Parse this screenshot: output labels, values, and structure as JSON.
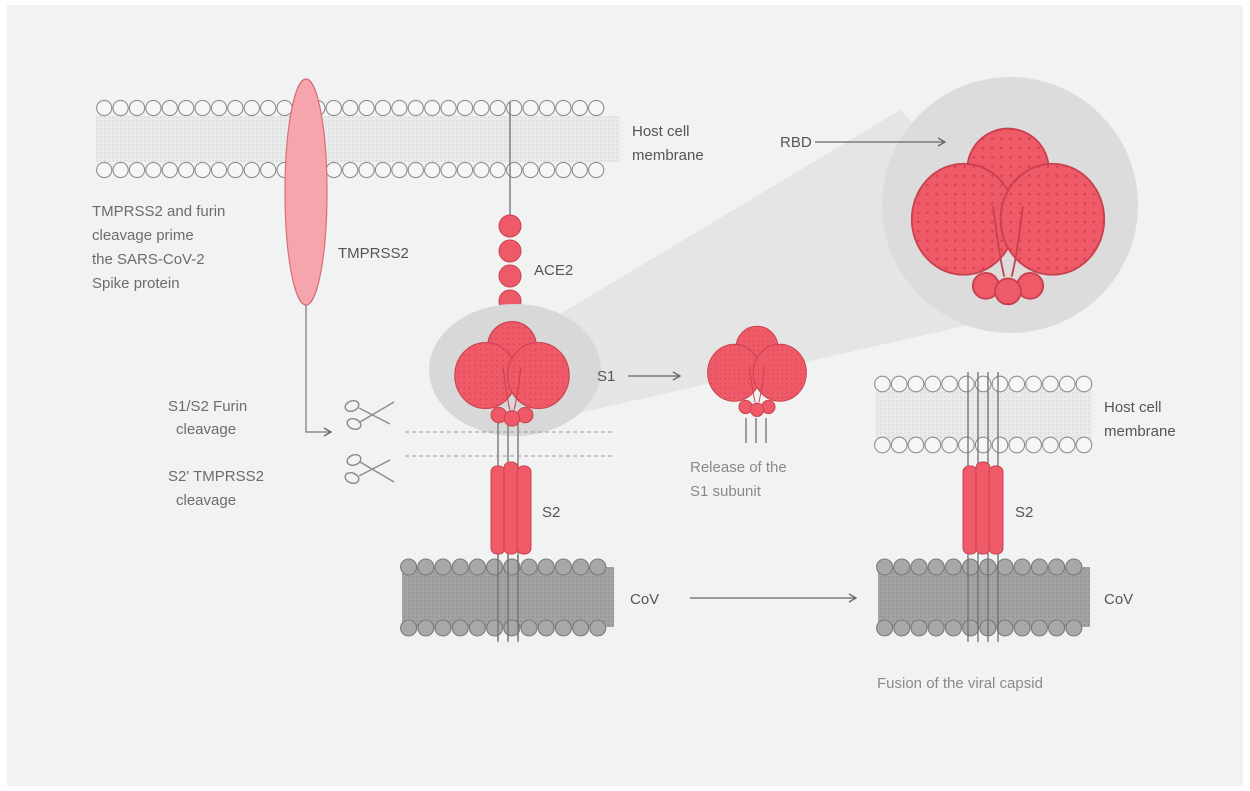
{
  "labels": {
    "host_cell_top": [
      "Host cell",
      "membrane"
    ],
    "host_cell_right": [
      "Host cell",
      "membrane"
    ],
    "tmprss2_desc": [
      "TMPRSS2 and furin",
      "cleavage prime",
      "the SARS-CoV-2",
      "Spike protein"
    ],
    "tmprss2": "TMPRSS2",
    "ace2": "ACE2",
    "rbd": "RBD",
    "s1": "S1",
    "s1s2_cleavage": [
      "S1/S2 Furin",
      "cleavage"
    ],
    "s2p_cleavage": [
      "S2' TMPRSS2",
      "cleavage"
    ],
    "s2_left": "S2",
    "s2_right": "S2",
    "release": [
      "Release of the",
      "S1 subunit"
    ],
    "cov_left": "CoV",
    "cov_right": "CoV",
    "fusion": "Fusion of the viral capsid"
  },
  "colors": {
    "background": "#f1f2f2",
    "spike": "#ee5a68",
    "spike_dark": "#c9414f",
    "tmprss2_fill": "#f6a5ac",
    "membrane_outline": "#8e8e8e",
    "virus_fill": "#a8a8a8",
    "halo": "#dcdcdc",
    "text": "#6c6c6c"
  },
  "icons": [
    "scissors-icon-furin",
    "scissors-icon-tmprss2"
  ]
}
